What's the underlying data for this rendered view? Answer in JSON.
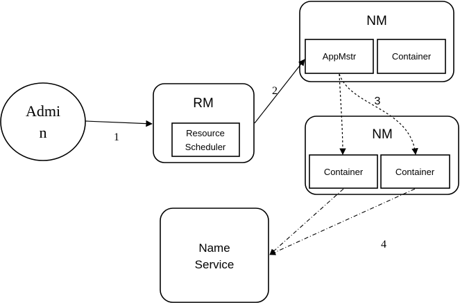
{
  "nodes": {
    "admin": {
      "line1": "Admi",
      "line2": "n"
    },
    "rm": {
      "title": "RM",
      "scheduler_line1": "Resource",
      "scheduler_line2": "Scheduler"
    },
    "nm_top": {
      "title": "NM",
      "appmstr": "AppMstr",
      "container": "Container"
    },
    "nm_bottom": {
      "title": "NM",
      "container_left": "Container",
      "container_right": "Container"
    },
    "name_service": {
      "line1": "Name",
      "line2": "Service"
    }
  },
  "edges": {
    "step1": "1",
    "step2": "2",
    "step3": "3",
    "step4": "4"
  },
  "colors": {
    "stroke": "#000000",
    "background": "#ffffff"
  }
}
